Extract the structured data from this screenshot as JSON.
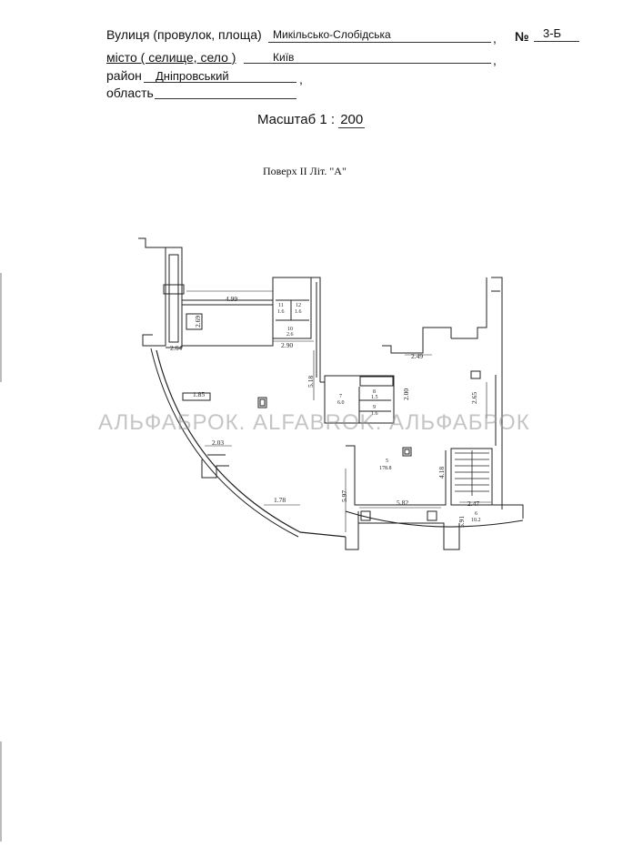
{
  "address": {
    "street_label": "Вулиця (провулок, площа)",
    "street_value": "Микільсько-Слобідська",
    "number_label": "№",
    "number_value": "3-Б",
    "city_label": "місто ( селище, село )",
    "city_value": "Київ",
    "district_label": "район",
    "district_value": "Дніпровський",
    "region_label": "область",
    "region_value": "",
    "comma": ","
  },
  "scale": {
    "label": "Масштаб  1 :",
    "value": "200"
  },
  "floor_title": "Поверх II Літ. \"А\"",
  "watermark": "АЛЬФАБРОК. ALFABROK. АЛЬФАБРОК",
  "plan_labels": {
    "d_499": "4.99",
    "d_269": "2.69",
    "d_264": "2.64",
    "d_185": "1.85",
    "d_203": "2.03",
    "d_178": "1.78",
    "d_597": "5.97",
    "d_582": "5.82",
    "d_418": "4.18",
    "d_591": "5.91",
    "d_247": "2.47",
    "d_265": "2.65",
    "d_249": "2.49",
    "d_200": "2.00",
    "d_518": "5.18",
    "d_290": "2.90",
    "r11": "11",
    "r11_area": "1.6",
    "r12": "12",
    "r12_area": "1.6",
    "r10": "10",
    "r10_area": "2.6",
    "r7": "7",
    "r7_area": "6.0",
    "r8": "8",
    "r8_area": "1.5",
    "r9": "9",
    "r9_area": "1.6",
    "r5": "5",
    "r5_area": "178.8",
    "r6": "6",
    "r6_area": "10.2"
  }
}
